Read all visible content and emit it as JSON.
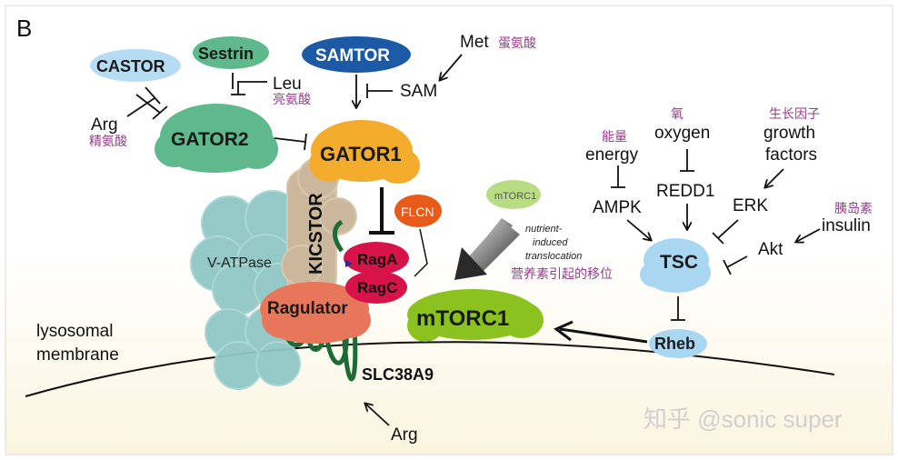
{
  "panel": {
    "letter": "B"
  },
  "nodes": {
    "castor": "CASTOR",
    "sestrin": "Sestrin",
    "samtor": "SAMTOR",
    "gator2": "GATOR2",
    "gator1": "GATOR1",
    "kicstor": "KICSTOR",
    "v_atpase": "V-ATPase",
    "flcn": "FLCN",
    "raga": "RagA",
    "ragc": "RagC",
    "ragulator": "Ragulator",
    "slc38a9": "SLC38A9",
    "mtorc1": "mTORC1",
    "mtorc1_small": "mTORC1",
    "tsc": "TSC",
    "rheb": "Rheb"
  },
  "labels": {
    "arg_left": "Arg",
    "arg_left_zh": "精氨酸",
    "leu": "Leu",
    "leu_zh": "亮氨酸",
    "sam": "SAM",
    "met": "Met",
    "met_zh": "蛋氨酸",
    "energy_zh": "能量",
    "energy": "energy",
    "ampk": "AMPK",
    "oxygen_zh": "氧",
    "oxygen": "oxygen",
    "redd1": "REDD1",
    "growth_factors_zh": "生长因子",
    "growth": "growth",
    "factors": "factors",
    "erk": "ERK",
    "insulin_zh": "胰岛素",
    "insulin": "insulin",
    "akt": "Akt",
    "translocation_line1": "nutrient-",
    "translocation_line2": "induced",
    "translocation_line3": "translocation",
    "translocation_zh": "营养素引起的移位",
    "membrane_line1": "lysosomal",
    "membrane_line2": "membrane",
    "arg_bottom": "Arg"
  },
  "watermark": "知乎 @sonic super",
  "colors": {
    "gator2": "#5fb98c",
    "gator1": "#f3ac2b",
    "castor": "#b6dcf3",
    "samtor": "#1c5aa6",
    "mtorc1": "#8cc21f",
    "rag": "#d8134a",
    "ragulator": "#e8765a",
    "flcn": "#e85a1a",
    "kicstor": "#cbb79b",
    "v_atpase": "#8fc7c6",
    "tsc_rheb": "#a9d7f2",
    "slc38a9": "#1e6a34",
    "chinese_text": "#9b3a8c"
  }
}
